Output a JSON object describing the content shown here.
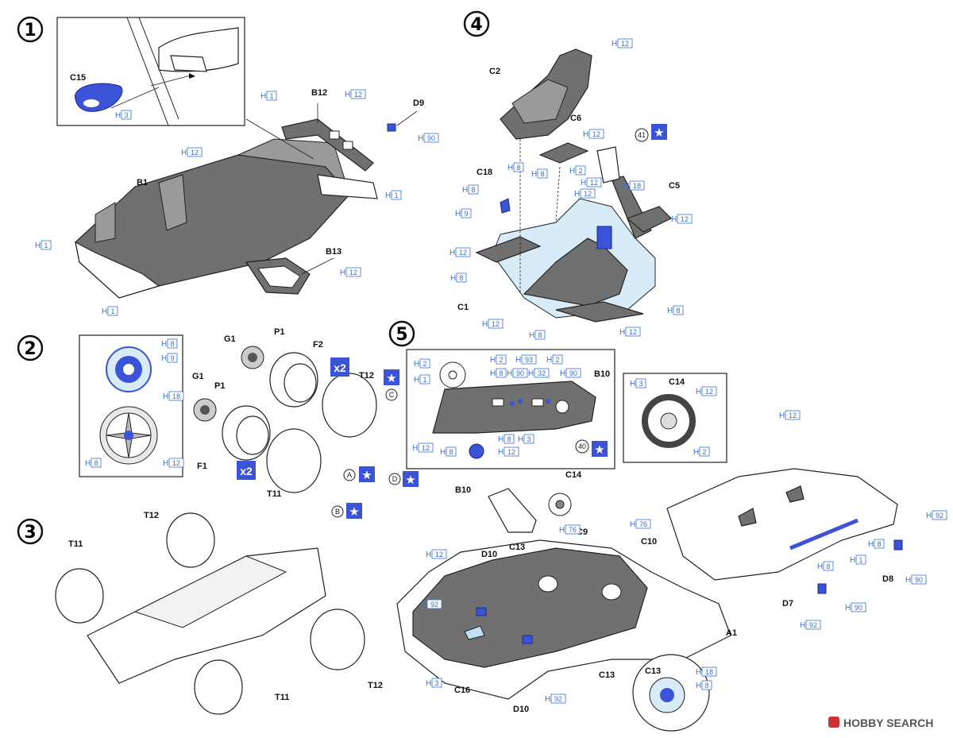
{
  "steps": [
    "1",
    "2",
    "3",
    "4",
    "5"
  ],
  "parts": {
    "C15": "C15",
    "B12": "B12",
    "D9": "D9",
    "B1": "B1",
    "B13": "B13",
    "C2": "C2",
    "C6": "C6",
    "C18": "C18",
    "C5": "C5",
    "C1": "C1",
    "G1": "G1",
    "P1": "P1",
    "F2": "F2",
    "F1": "F1",
    "T12": "T12",
    "T11": "T11",
    "B10": "B10",
    "C14": "C14",
    "C9": "C9",
    "C10": "C10",
    "C13": "C13",
    "D10": "D10",
    "C16": "C16",
    "A1": "A1",
    "D7": "D7",
    "D8": "D8"
  },
  "paint": {
    "H1": "1",
    "H3": "3",
    "H12": "12",
    "H90": "90",
    "H8": "8",
    "H9": "9",
    "H18": "18",
    "H2": "2",
    "H92": "92",
    "H93": "93",
    "H32": "32",
    "H76": "76",
    "H": "H"
  },
  "markers": {
    "A": "A",
    "B": "B",
    "C": "C",
    "D": "D",
    "n40": "40",
    "n41": "41",
    "x2": "x2",
    "star": "★"
  },
  "watermark": "HOBBY SEARCH",
  "colors": {
    "accent_blue": "#3b53d6",
    "light_blue": "#d7ecf8",
    "plastic_gray": "#707070",
    "paint_code_blue": "#3a6fd0"
  }
}
